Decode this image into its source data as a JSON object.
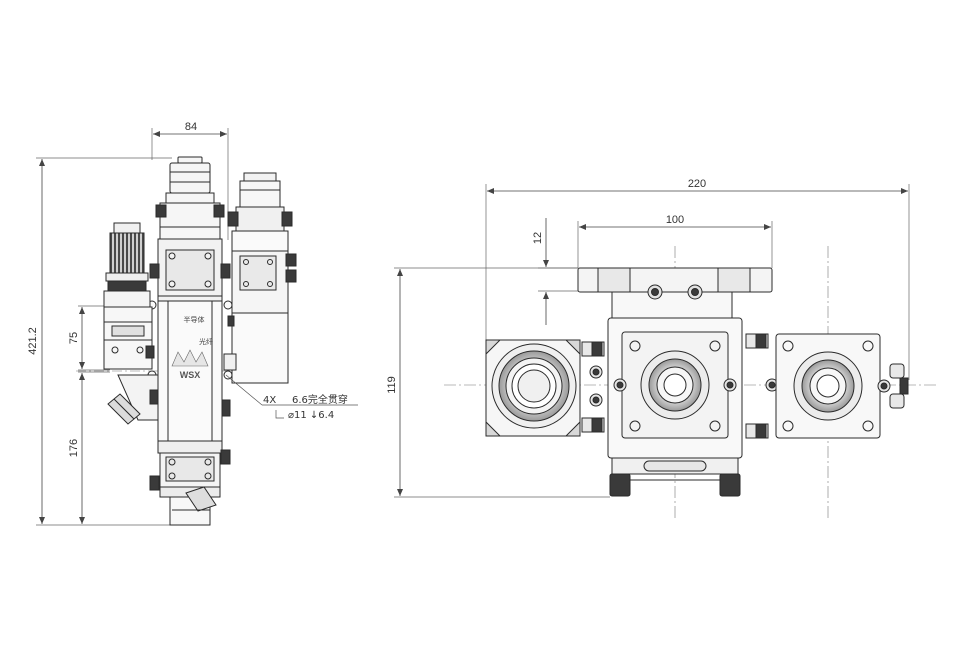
{
  "side_view": {
    "dims": {
      "width": "84",
      "height_total": "421.2",
      "upper": "75",
      "lower": "176"
    },
    "note": {
      "count": "4X",
      "line1": "6.6完全贯穿",
      "line2": "⌀11 ↓6.4"
    },
    "labels": {
      "top_label": "半导体",
      "side_label": "光纤",
      "logo": "WSX"
    }
  },
  "front_view": {
    "dims": {
      "width_total": "220",
      "width_inner": "100",
      "top_offset": "12",
      "height": "119"
    }
  },
  "colors": {
    "line": "#2b2b2b",
    "dim": "#444444",
    "fill_light": "#f4f4f4",
    "fill_mid": "#d9d9d9",
    "fill_dark": "#3a3a3a"
  }
}
